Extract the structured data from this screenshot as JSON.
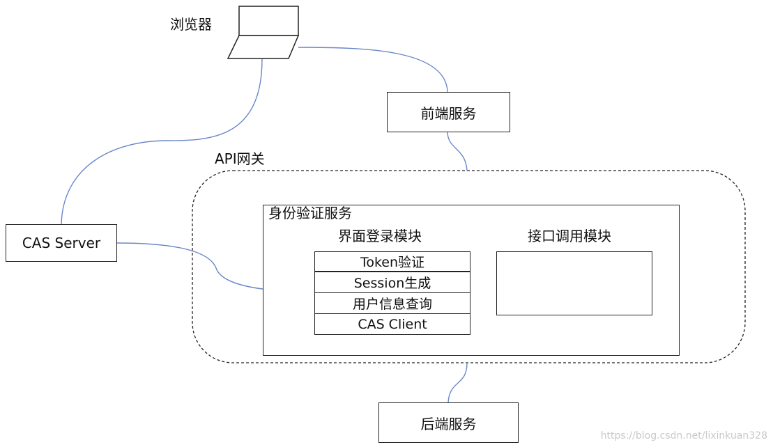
{
  "browser": {
    "label": "浏览器"
  },
  "frontend": {
    "label": "前端服务"
  },
  "gateway": {
    "label": "API网关"
  },
  "cas_server": {
    "label": "CAS Server"
  },
  "auth_service": {
    "title": "身份验证服务",
    "login_module": {
      "title": "界面登录模块",
      "rows": [
        "Token验证",
        "Session生成",
        "用户信息查询",
        "CAS Client"
      ]
    },
    "api_module": {
      "title": "接口调用模块"
    }
  },
  "backend": {
    "label": "后端服务"
  },
  "watermark": "https://blog.csdn.net/lixinkuan328",
  "colors": {
    "connector": "#6b87c9",
    "border": "#222222"
  }
}
